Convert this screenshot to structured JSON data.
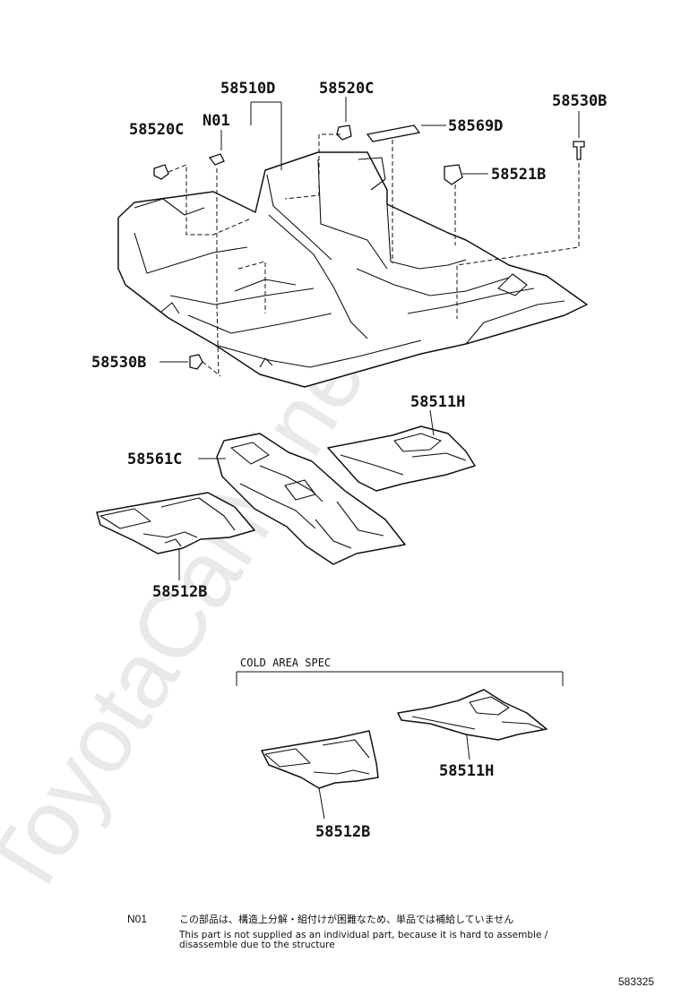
{
  "watermark": "ToyotaCarMine.ru",
  "labels": {
    "floor_carpet": "58510D",
    "clip_top": "58520C",
    "clip_left": "58520C",
    "n01": "N01",
    "silencer_strip": "58569D",
    "screw_top_right": "58530B",
    "clip_right": "58521B",
    "screw_left": "58530B",
    "silencer_rear": "58511H",
    "silencer_center": "58561C",
    "silencer_front": "58512B",
    "cold_rear": "58511H",
    "cold_front": "58512B"
  },
  "cold_area_title": "COLD AREA SPEC",
  "note": {
    "key": "N01",
    "japanese": "この部品は、構造上分解・組付けが困難なため、単品では補給していません",
    "english_line1": "This part is not supplied as an individual part, because it is hard to assemble /",
    "english_line2": "disassemble due to the structure"
  },
  "illustration_id": "583325"
}
